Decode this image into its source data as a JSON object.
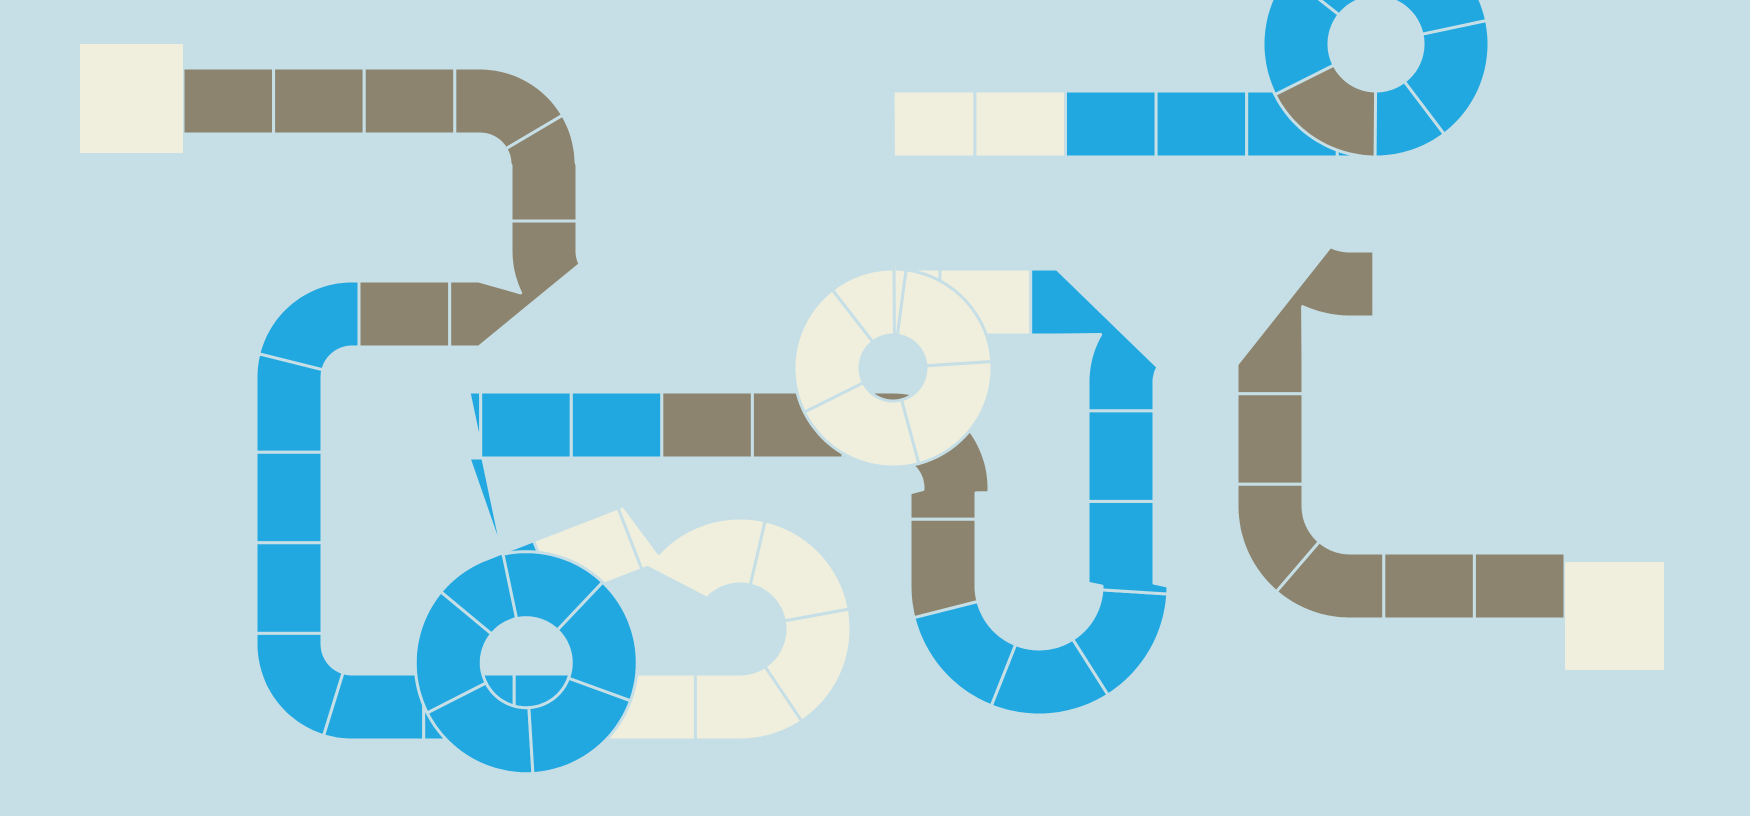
{
  "board": {
    "background": "#c6dfe6",
    "separator_color": "#c6dfe6",
    "colors": {
      "cream": "#f0efdd",
      "brown": "#8c846e",
      "blue": "#22a8e0"
    },
    "start_square": {
      "color": "cream"
    },
    "finish_square": {
      "color": "cream"
    },
    "track_segments": [
      {
        "color": "brown",
        "tiles": 7
      },
      {
        "color": "blue",
        "tiles": 8
      },
      {
        "color": "cream",
        "tiles": 6
      },
      {
        "color": "blue",
        "tiles": 8
      },
      {
        "color": "brown",
        "tiles": 5
      },
      {
        "color": "blue",
        "tiles": 6
      },
      {
        "color": "cream",
        "tiles": 8
      },
      {
        "color": "blue",
        "tiles": 8
      },
      {
        "color": "brown",
        "tiles": 7
      }
    ]
  }
}
